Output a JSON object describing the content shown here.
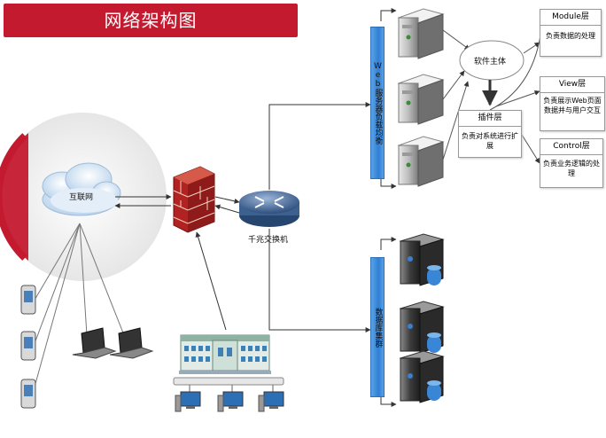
{
  "title": "网络架构图",
  "labels": {
    "internet": "互联网",
    "switch": "千兆交换机",
    "software_core": "软件主体"
  },
  "bars": {
    "web_lb": "Web服务器负载均衡",
    "db_cluster": "数据库集群"
  },
  "layers": {
    "module": {
      "title": "Module层",
      "desc": "负责数据的处理"
    },
    "view": {
      "title": "View层",
      "desc": "负责展示Web页面数据并与用户交互"
    },
    "plugin": {
      "title": "插件层",
      "desc": "负责对系统进行扩展"
    },
    "control": {
      "title": "Control层",
      "desc": "负责业务逻辑的处理"
    }
  },
  "colors": {
    "banner": "#c41a30",
    "bar": "#2f7fd4"
  }
}
